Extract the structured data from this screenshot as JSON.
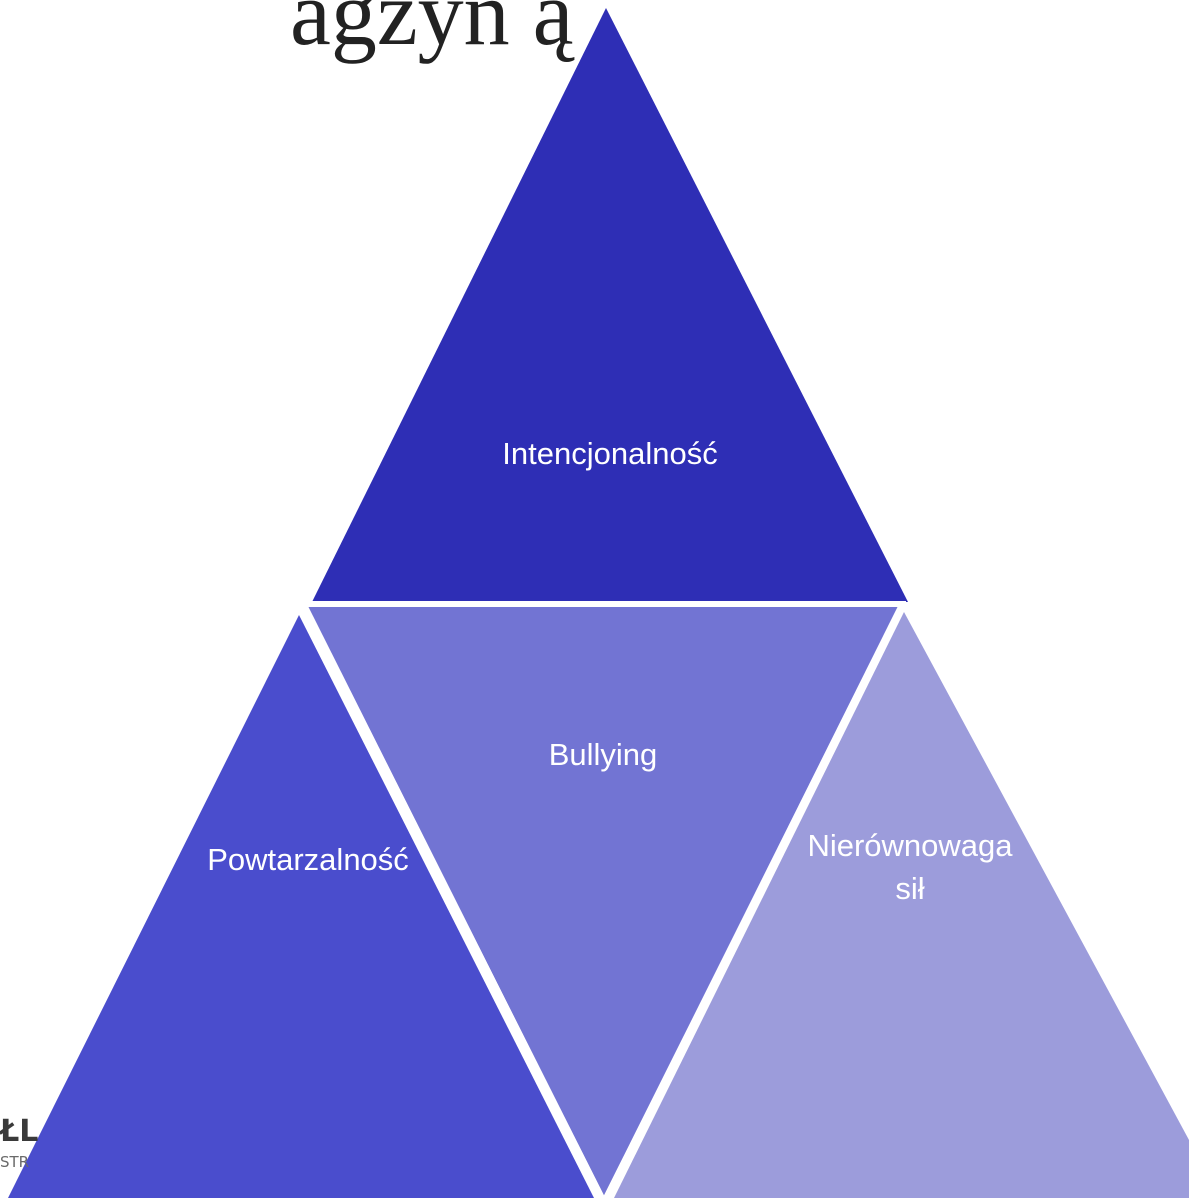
{
  "diagram": {
    "title_partial": "agzyn ą",
    "center_label": "Bullying",
    "top_label": "Intencjonalność",
    "left_label": "Powtarzalność",
    "right_label_line1": "Nierównowaga",
    "right_label_line2": "sił"
  },
  "logo": {
    "text": "ŁL",
    "subtext": "STR"
  },
  "colors": {
    "top": "#2e2eb5",
    "left": "#4a4dcd",
    "center": "#7274d3",
    "right": "#9c9cdb",
    "background": "#ffffff"
  }
}
